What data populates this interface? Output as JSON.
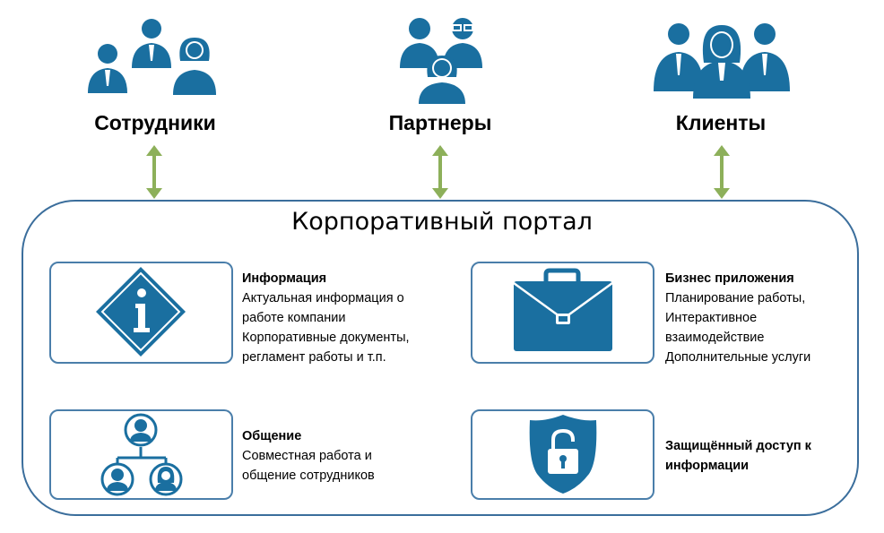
{
  "groups": [
    {
      "label": "Сотрудники",
      "icon": "employees-icon"
    },
    {
      "label": "Партнеры",
      "icon": "partners-icon"
    },
    {
      "label": "Клиенты",
      "icon": "clients-icon"
    }
  ],
  "portal": {
    "title": "Корпоративный портал",
    "features": [
      {
        "title": "Информация",
        "lines": [
          "Актуальная информация о",
          "работе компании",
          "Корпоративные документы,",
          "регламент работы и т.п."
        ],
        "icon": "info-icon"
      },
      {
        "title": "Бизнес приложения",
        "lines": [
          "Планирование работы,",
          "Интерактивное",
          "взаимодействие",
          "Дополнительные услуги"
        ],
        "icon": "briefcase-icon"
      },
      {
        "title": "Общение",
        "lines": [
          "Совместная работа и",
          "общение сотрудников"
        ],
        "icon": "org-chart-icon"
      },
      {
        "title": "Защищённый доступ к",
        "lines": [
          "информации"
        ],
        "icon": "lock-shield-icon"
      }
    ]
  },
  "colors": {
    "icon": "#1a6fa0",
    "border": "#3b6e9c",
    "arrow": "#8db05a"
  }
}
